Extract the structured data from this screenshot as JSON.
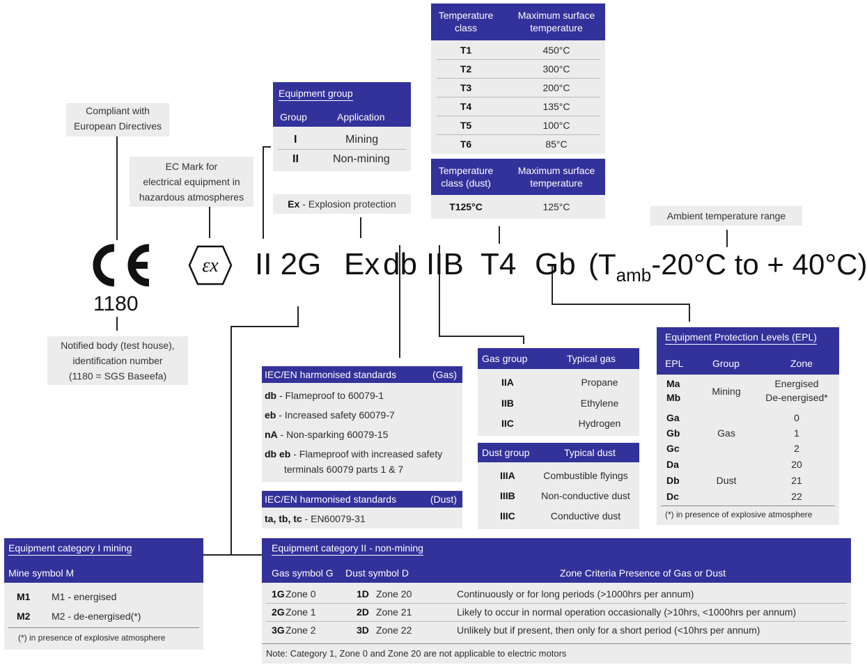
{
  "ce": {
    "label": "Compliant with\nEuropean Directives",
    "number": "1180"
  },
  "notified_body": "Notified body (test house),\nidentification number\n(1180 = SGS Baseefa)",
  "ex_mark": "EC Mark for\nelectrical equipment in\nhazardous atmospheres",
  "equipment_group": {
    "title": "Equipment group",
    "col1": "Group",
    "col2": "Application",
    "rows": [
      {
        "g": "I",
        "a": "Mining"
      },
      {
        "g": "II",
        "a": "Non-mining"
      }
    ]
  },
  "ex_label": {
    "bold": "Ex",
    "rest": " - Explosion protection"
  },
  "temp_class": {
    "col1": "Temperature\nclass",
    "col2": "Maximum surface\ntemperature",
    "rows": [
      {
        "c": "T1",
        "t": "450°C"
      },
      {
        "c": "T2",
        "t": "300°C"
      },
      {
        "c": "T3",
        "t": "200°C"
      },
      {
        "c": "T4",
        "t": "135°C"
      },
      {
        "c": "T5",
        "t": "100°C"
      },
      {
        "c": "T6",
        "t": "85°C"
      }
    ]
  },
  "temp_dust": {
    "col1": "Temperature\nclass (dust)",
    "col2": "Maximum surface\ntemperature",
    "rows": [
      {
        "c": "T125°C",
        "t": "125°C"
      }
    ]
  },
  "ambient": "Ambient temperature range",
  "marking": {
    "cat": "II 2G",
    "ex": "Ex",
    "db": "db",
    "iib": "IIB",
    "t4": "T4",
    "gb": "Gb",
    "tamb_open": "(T",
    "tamb_sub": "amb",
    "tamb_rest": "-20°C to + 40°C)"
  },
  "iec_gas": {
    "title": "IEC/EN harmonised standards",
    "tag": "(Gas)",
    "rows": [
      {
        "b": "db",
        "t": " - Flameproof to 60079-1"
      },
      {
        "b": "eb",
        "t": " - Increased safety 60079-7"
      },
      {
        "b": "nA",
        "t": " - Non-sparking 60079-15"
      },
      {
        "b": "db eb",
        "t": " - Flameproof with increased safety",
        "t2": "terminals 60079 parts 1 & 7"
      }
    ]
  },
  "iec_dust": {
    "title": "IEC/EN harmonised standards",
    "tag": "(Dust)",
    "row": {
      "b": "ta, tb, tc",
      "t": " - EN60079-31"
    }
  },
  "gas_group": {
    "col1": "Gas group",
    "col2": "Typical gas",
    "rows": [
      {
        "g": "IIA",
        "t": "Propane"
      },
      {
        "g": "IIB",
        "t": "Ethylene"
      },
      {
        "g": "IIC",
        "t": "Hydrogen"
      }
    ]
  },
  "dust_group": {
    "col1": "Dust group",
    "col2": "Typical dust",
    "rows": [
      {
        "g": "IIIA",
        "t": "Combustible flyings"
      },
      {
        "g": "IIIB",
        "t": "Non-conductive dust"
      },
      {
        "g": "IIIC",
        "t": "Conductive dust"
      }
    ]
  },
  "epl": {
    "title": "Equipment Protection Levels (EPL)",
    "col1": "EPL",
    "col2": "Group",
    "col3": "Zone",
    "mining": {
      "e1": "Ma",
      "e2": "Mb",
      "group": "Mining",
      "z1": "Energised",
      "z2": "De-energised*"
    },
    "gas": {
      "e1": "Ga",
      "e2": "Gb",
      "e3": "Gc",
      "group": "Gas",
      "z1": "0",
      "z2": "1",
      "z3": "2"
    },
    "dust": {
      "e1": "Da",
      "e2": "Db",
      "e3": "Dc",
      "group": "Dust",
      "z1": "20",
      "z2": "21",
      "z3": "22"
    },
    "note": "(*) in presence of explosive atmosphere"
  },
  "cat1": {
    "title": "Equipment category I  mining",
    "sub": "Mine symbol M",
    "rows": [
      {
        "b": "M1",
        "t": "M1 - energised"
      },
      {
        "b": "M2",
        "t": "M2 - de-energised(*)"
      }
    ],
    "note": "(*) in presence of explosive atmosphere"
  },
  "cat2": {
    "title": "Equipment category II - non-mining",
    "col1": "Gas symbol G",
    "col2": "Dust symbol D",
    "col3": "Zone Criteria Presence of Gas or Dust",
    "rows": [
      {
        "g": "1G",
        "gz": "Zone 0",
        "d": "1D",
        "dz": "Zone 20",
        "c": "Continuously or for long periods (>1000hrs per annum)"
      },
      {
        "g": "2G",
        "gz": "Zone 1",
        "d": "2D",
        "dz": "Zone 21",
        "c": "Likely  to occur in normal operation occasionally (>10hrs, <1000hrs per annum)"
      },
      {
        "g": "3G",
        "gz": "Zone 2",
        "d": "3D",
        "dz": "Zone 22",
        "c": "Unlikely but if present, then only for a short period (<10hrs per annum)"
      }
    ],
    "note": "Note: Category 1, Zone 0 and Zone 20 are not applicable to electric motors"
  }
}
